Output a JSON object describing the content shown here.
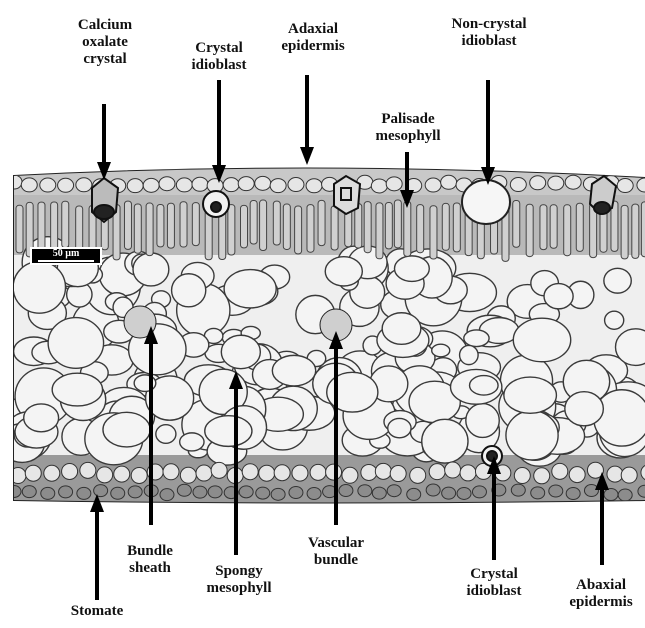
{
  "labels": {
    "calcium_oxalate_crystal": [
      "Calcium",
      "oxalate",
      "crystal"
    ],
    "crystal_idioblast_top": [
      "Crystal",
      "idioblast"
    ],
    "adaxial_epidermis": [
      "Adaxial",
      "epidermis"
    ],
    "non_crystal_idioblast": [
      "Non-crystal",
      "idioblast"
    ],
    "palisade_mesophyll": [
      "Palisade",
      "mesophyll"
    ],
    "bundle_sheath": [
      "Bundle",
      "sheath"
    ],
    "spongy_mesophyll": [
      "Spongy",
      "mesophyll"
    ],
    "vascular_bundle": [
      "Vascular",
      "bundle"
    ],
    "crystal_idioblast_bottom": [
      "Crystal",
      "idioblast"
    ],
    "abaxial_epidermis": [
      "Abaxial",
      "epidermis"
    ],
    "stomate": [
      "Stomate"
    ]
  },
  "scale_bar": {
    "text": "50 µm"
  },
  "colors": {
    "tissue_fill": "#e9e9e9",
    "cell_wall": "#3a3a3a",
    "dark_tissue": "#6a6a6a"
  }
}
